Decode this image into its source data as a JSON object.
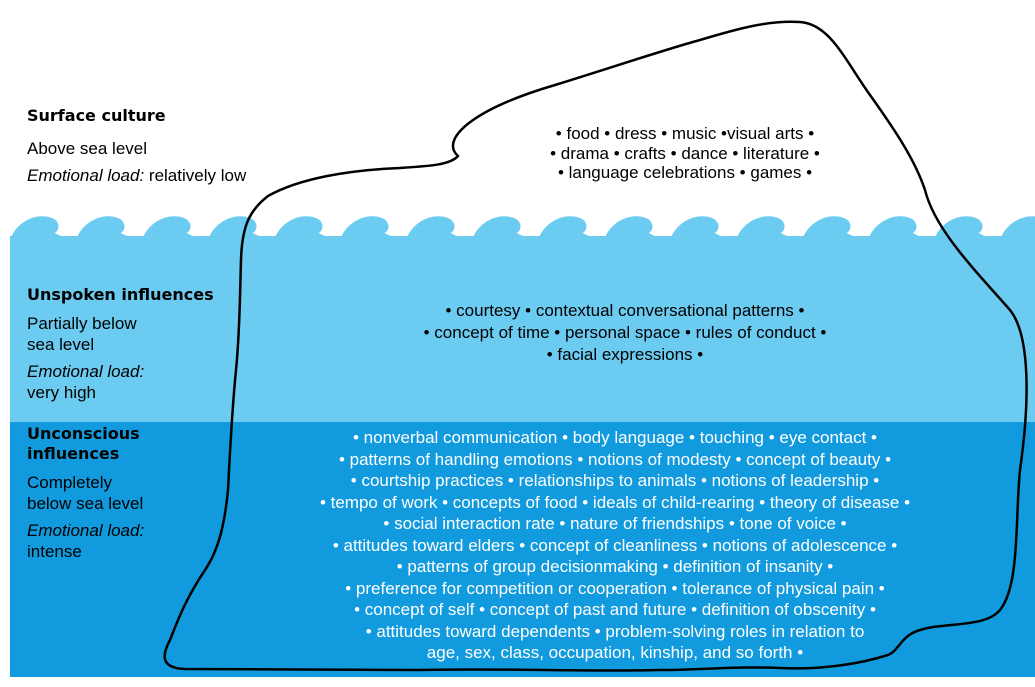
{
  "layers": {
    "surface": {
      "title": "Surface culture",
      "subtitle": "Above sea level",
      "load_label": "Emotional load:",
      "load_value": " relatively low",
      "items": [
        "• food • dress • music •visual arts •",
        "• drama • crafts • dance • literature •",
        "• language celebrations • games •"
      ]
    },
    "unspoken": {
      "title": "Unspoken influences",
      "subtitle_lines": [
        "Partially below",
        "sea level"
      ],
      "load_label": "Emotional load:",
      "load_value": "very high",
      "items": [
        "• courtesy • contextual conversational patterns •",
        "• concept of time • personal space • rules of conduct •",
        "• facial expressions •"
      ]
    },
    "unconscious": {
      "title_lines": [
        "Unconscious",
        "influences"
      ],
      "subtitle_lines": [
        "Completely",
        "below sea level"
      ],
      "load_label": "Emotional load:",
      "load_value": "intense",
      "items": [
        "• nonverbal communication • body language • touching • eye contact •",
        "• patterns of handling emotions • notions of modesty • concept of beauty •",
        "• courtship practices • relationships to animals • notions of leadership •",
        "• tempo of work • concepts of food • ideals of child-rearing • theory of disease •",
        "• social interaction rate • nature of friendships • tone of voice •",
        "• attitudes toward elders • concept of cleanliness • notions of adolescence •",
        "• patterns of group decisionmaking • definition of insanity •",
        "• preference for competition or cooperation • tolerance of physical pain •",
        "• concept of self • concept of past and future • definition of obscenity •",
        "• attitudes toward dependents • problem-solving roles in relation to",
        "age, sex, class, occupation, kinship, and so forth •"
      ]
    }
  },
  "colors": {
    "water_light": "#6ccbf1",
    "water_deep": "#119bde",
    "outline": "#000000"
  }
}
